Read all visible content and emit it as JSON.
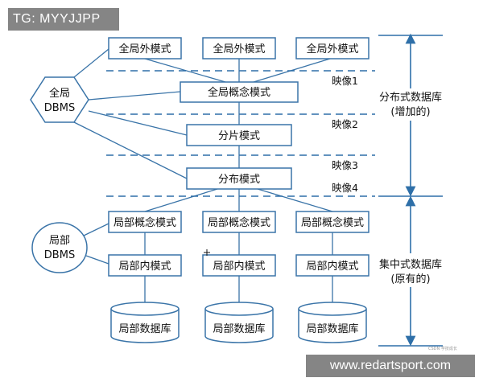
{
  "watermark": {
    "text": "TG: MYYJJPP"
  },
  "footer": {
    "url": "www.redartsport.com",
    "small_mark": "CSDN 学技成长"
  },
  "nodes": {
    "ext1": "全局外模式",
    "ext2": "全局外模式",
    "ext3": "全局外模式",
    "global_concept": "全局概念模式",
    "fragment": "分片模式",
    "allocation": "分布模式",
    "local_concept1": "局部概念模式",
    "local_concept2": "局部概念模式",
    "local_concept3": "局部概念模式",
    "local_internal1": "局部内模式",
    "local_internal2": "局部内模式",
    "local_internal3": "局部内模式",
    "local_db1": "局部数据库",
    "local_db2": "局部数据库",
    "local_db3": "局部数据库",
    "global_dbms_line1": "全局",
    "global_dbms_line2": "DBMS",
    "local_dbms_line1": "局部",
    "local_dbms_line2": "DBMS"
  },
  "mappings": {
    "m1": "映像1",
    "m2": "映像2",
    "m3": "映像3",
    "m4": "映像4"
  },
  "brackets": {
    "distributed_line1": "分布式数据库",
    "distributed_line2": "(增加的)",
    "centralized_line1": "集中式数据库",
    "centralized_line2": "(原有的)"
  },
  "colors": {
    "accent": "#2e6fa8",
    "box_border": "#3a74a8",
    "text": "#111111",
    "banner_bg": "#858585"
  }
}
